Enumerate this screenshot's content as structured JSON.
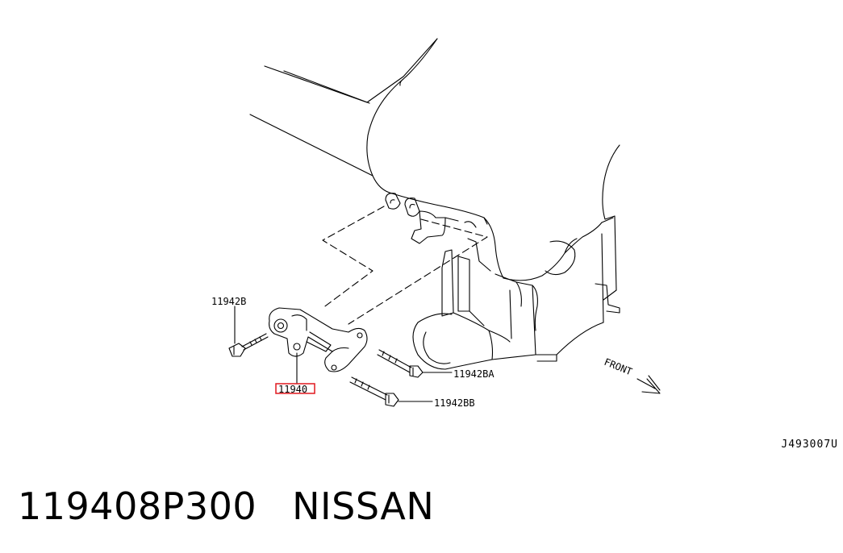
{
  "diagram": {
    "callouts": {
      "bolt_b": "11942B",
      "bolt_ba": "11942BA",
      "bolt_bb": "11942BB",
      "bracket": "11940",
      "front": "FRONT"
    },
    "highlight_color": "#e0191f",
    "reference_code": "J493007U"
  },
  "caption": {
    "part_number": "119408P300",
    "brand": "NISSAN"
  }
}
